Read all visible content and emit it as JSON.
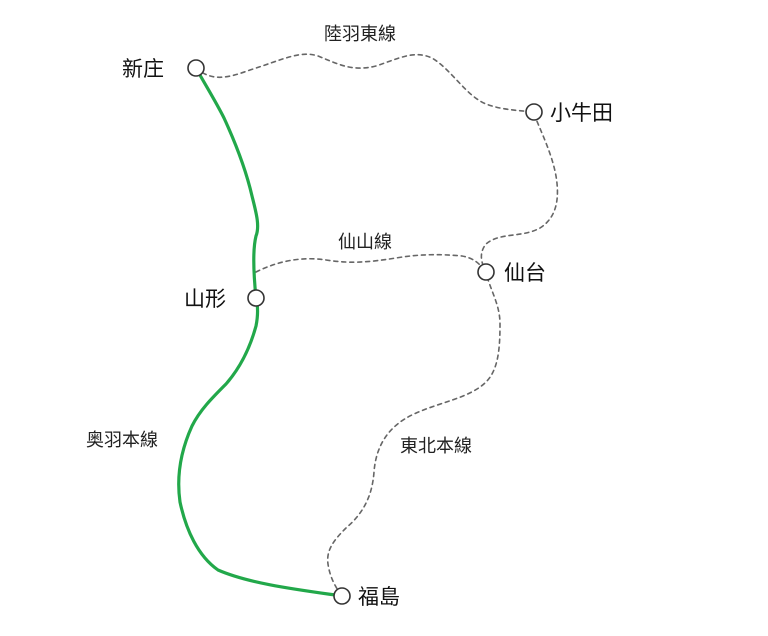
{
  "stations": {
    "shinjo": "新庄",
    "koushida": "小牛田",
    "yamagata": "山形",
    "sendai": "仙台",
    "fukushima": "福島"
  },
  "lines": {
    "rikuu_east": "陸羽東線",
    "senzan": "仙山線",
    "ou_main": "奥羽本線",
    "tohoku_main": "東北本線"
  },
  "colors": {
    "highlighted_line": "#22a84a",
    "other_lines": "#666666"
  }
}
